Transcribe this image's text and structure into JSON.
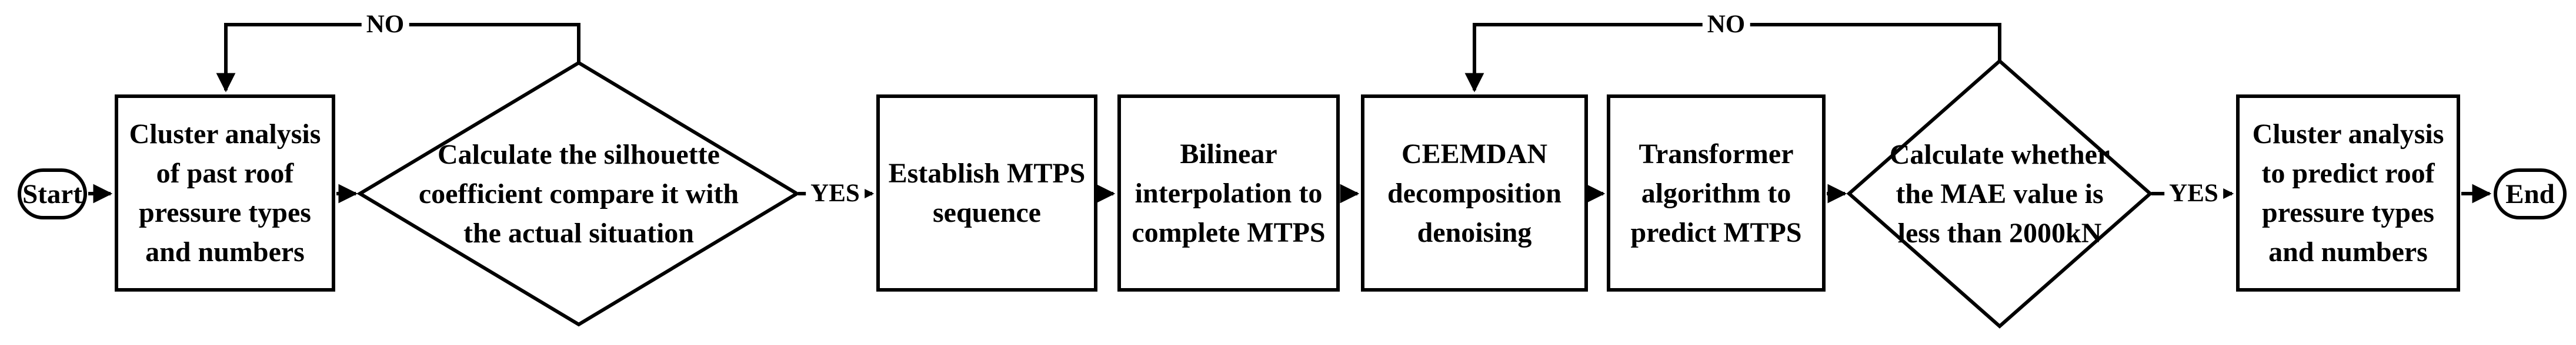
{
  "flowchart": {
    "background_color": "#ffffff",
    "stroke_color": "#000000",
    "nodes": [
      {
        "id": "start",
        "type": "terminal",
        "label": "Start"
      },
      {
        "id": "cluster-analysis-past",
        "type": "process",
        "label": "Cluster analysis\nof past roof\npressure types\nand numbers"
      },
      {
        "id": "silhouette-decision",
        "type": "decision",
        "label": "Calculate the silhouette\ncoefficient compare it with\nthe actual situation"
      },
      {
        "id": "establish-mtps",
        "type": "process",
        "label": "Establish MTPS\nsequence"
      },
      {
        "id": "bilinear-interpolation",
        "type": "process",
        "label": "Bilinear\ninterpolation to\ncomplete MTPS"
      },
      {
        "id": "ceemdan-denoising",
        "type": "process",
        "label": "CEEMDAN\ndecomposition\ndenoising"
      },
      {
        "id": "transformer-predict",
        "type": "process",
        "label": "Transformer\nalgorithm to\npredict MTPS"
      },
      {
        "id": "mae-decision",
        "type": "decision",
        "label": "Calculate whether\nthe MAE value is\nless than 2000kN"
      },
      {
        "id": "cluster-analysis-predict",
        "type": "process",
        "label": "Cluster analysis\nto predict roof\npressure types\nand numbers"
      },
      {
        "id": "end",
        "type": "terminal",
        "label": "End"
      }
    ],
    "edges": [
      {
        "from": "start",
        "to": "cluster-analysis-past",
        "label": ""
      },
      {
        "from": "cluster-analysis-past",
        "to": "silhouette-decision",
        "label": ""
      },
      {
        "from": "silhouette-decision",
        "to": "establish-mtps",
        "label": "YES"
      },
      {
        "from": "silhouette-decision",
        "to": "cluster-analysis-past",
        "label": "NO"
      },
      {
        "from": "establish-mtps",
        "to": "bilinear-interpolation",
        "label": ""
      },
      {
        "from": "bilinear-interpolation",
        "to": "ceemdan-denoising",
        "label": ""
      },
      {
        "from": "ceemdan-denoising",
        "to": "transformer-predict",
        "label": ""
      },
      {
        "from": "transformer-predict",
        "to": "mae-decision",
        "label": ""
      },
      {
        "from": "mae-decision",
        "to": "ceemdan-denoising",
        "label": "NO"
      },
      {
        "from": "mae-decision",
        "to": "cluster-analysis-predict",
        "label": "YES"
      },
      {
        "from": "cluster-analysis-predict",
        "to": "end",
        "label": ""
      }
    ]
  }
}
